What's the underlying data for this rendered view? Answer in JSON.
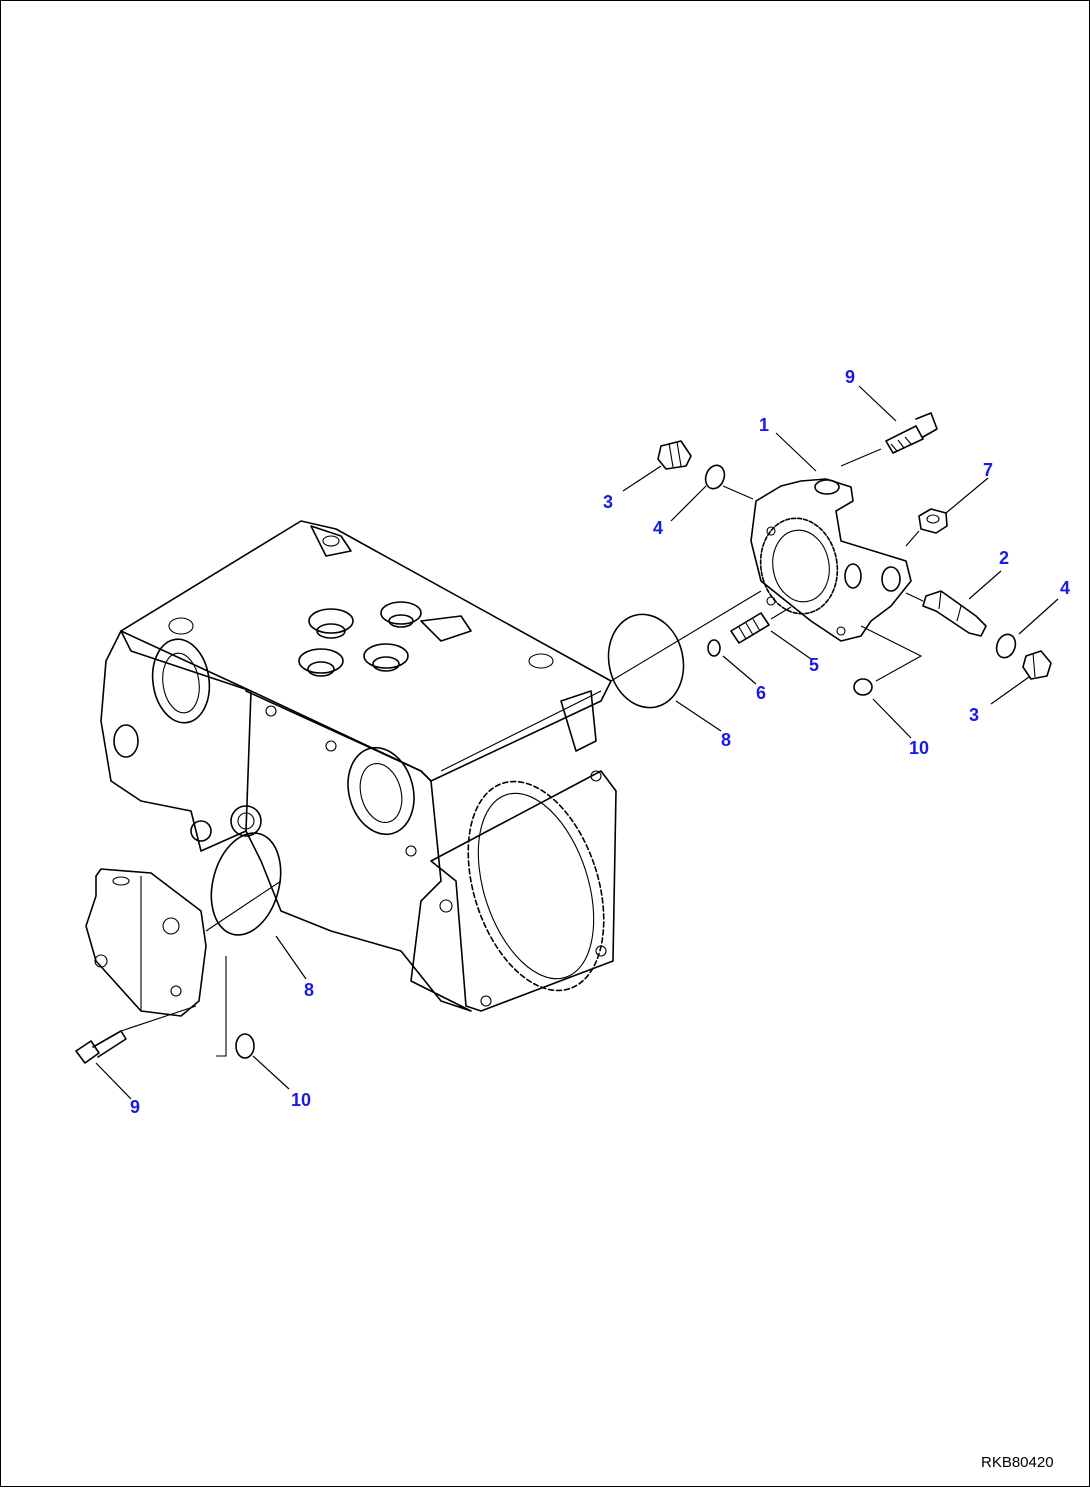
{
  "callouts": {
    "c1": "1",
    "c2": "2",
    "c3a": "3",
    "c3b": "3",
    "c4a": "4",
    "c4b": "4",
    "c5": "5",
    "c6": "6",
    "c7": "7",
    "c8a": "8",
    "c8b": "8",
    "c9a": "9",
    "c9b": "9",
    "c10a": "10",
    "c10b": "10"
  },
  "drawing_id": "RKB80420",
  "colors": {
    "callout": "#1a1ae6",
    "line": "#000000",
    "background": "#ffffff"
  }
}
